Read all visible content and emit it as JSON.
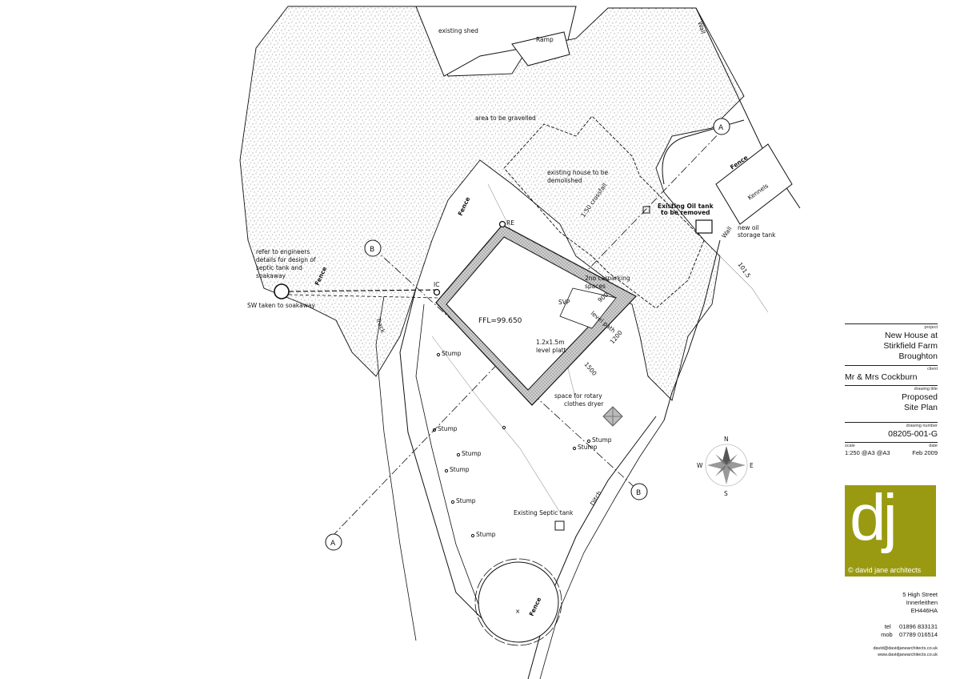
{
  "plan": {
    "labels": {
      "existing_shed": "existing shed",
      "ramp": "Ramp",
      "wall_top": "Wall",
      "area_gravel": "area to be gravelled",
      "existing_house_1": "existing house to be",
      "existing_house_2": "demolished",
      "crossfall": "1:50 crossfall",
      "oil_tank_1": "Existing Oil tank",
      "oil_tank_2": "to be removed",
      "new_oil_1": "new oil",
      "new_oil_2": "storage tank",
      "wall_right": "Wall",
      "fence_top": "Fence",
      "kennels": "Kennels",
      "fence_left1": "Fence",
      "fence_left2": "Fence",
      "fence_bottom": "Fence",
      "engineers_1": "refer to engineers",
      "engineers_2": "details for design of",
      "engineers_3": "septic tank and",
      "engineers_4": "soakaway",
      "sw": "SW taken to soakaway",
      "track": "Track",
      "re": "RE",
      "ic": "IC",
      "svp": "SVP",
      "carparking_1": "2no carparking",
      "carparking_2": "spaces",
      "ffl": "FFL=99.650",
      "level_platt_1": "1.2x1.5m",
      "level_platt_2": "level platt",
      "dim_900": "900",
      "dim_1200": "1200",
      "dim_1500": "1500",
      "level_path": "level path",
      "clothes_1": "space for rotary",
      "clothes_2": "clothes dryer",
      "septic": "Existing Septic tank",
      "ditch": "Ditch",
      "stump": "Stump",
      "contour": "101.5",
      "section_a": "A",
      "section_b": "B",
      "compass_n": "N",
      "compass_e": "E",
      "compass_s": "S",
      "compass_w": "W"
    }
  },
  "title_block": {
    "project_key": "project",
    "project_1": "New House at",
    "project_2": "Stirkfield Farm",
    "project_3": "Broughton",
    "client_key": "client",
    "client": "Mr & Mrs Cockburn",
    "title_key": "drawing title",
    "title_1": "Proposed",
    "title_2": "Site Plan",
    "number_key": "drawing number",
    "number": "08205-001-G",
    "scale_key": "scale",
    "date_key": "date",
    "scale": "1:250 @A3 @A3",
    "date": "Feb 2009",
    "logo_text": "dj",
    "firm": "© david jane architects",
    "address_1": "5 High Street",
    "address_2": "Innerleithen",
    "address_3": "EH446HA",
    "tel_key": "tel",
    "tel": "01896 833131",
    "mob_key": "mob",
    "mob": "07789 016514",
    "email": "david@davidjanearchitects.co.uk",
    "web": "www.davidjanearchitects.co.uk",
    "brand_color": "#9a9a12"
  }
}
